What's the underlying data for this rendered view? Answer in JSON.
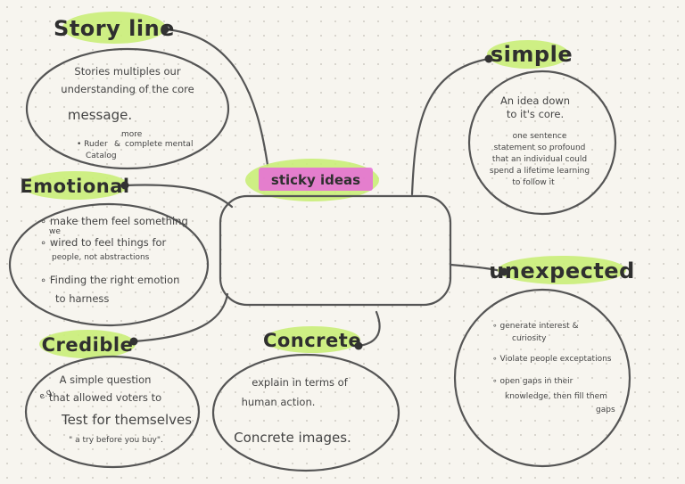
{
  "center": {
    "label": "sticky ideas"
  },
  "branches": {
    "story_line": {
      "title": "Story line",
      "lines": [
        "Stories multiples our",
        "understanding of the core"
      ],
      "emphasis": "message.",
      "bullet_prefix": "• Ruder",
      "bullet_amp": "&",
      "bullet_more": "more",
      "bullet_rest": "complete mental",
      "bullet_last": "Catalog"
    },
    "simple": {
      "title": "simple",
      "lines": [
        "An idea down",
        "to it's core."
      ],
      "lines2": [
        "one sentence",
        "statement so profound",
        "that an individual could",
        "spend a lifetime learning",
        "to follow it"
      ]
    },
    "emotional": {
      "title": "Emotional",
      "bullets": [
        [
          "∘ make them feel something"
        ],
        [
          "∘ wired to feel things for",
          "people, not abstractions"
        ],
        [
          "∘ Finding the right emotion",
          "to harness"
        ]
      ],
      "we": "we"
    },
    "unexpected": {
      "title": "unexpected",
      "bullets": [
        [
          "∘ generate interest &",
          "curiosity"
        ],
        [
          "∘ Violate people exceptations"
        ],
        [
          "∘ open gaps in their",
          "knowledge, then fill them",
          "gaps"
        ]
      ]
    },
    "credible": {
      "title": "Credible",
      "lines": [
        "A simple question",
        "that allowed voters to"
      ],
      "prefix": "e.g.",
      "test": "Test for themselves",
      "quote": "\" a try before you buy\"."
    },
    "concrete": {
      "title": "Concrete",
      "lines": [
        "explain in terms of",
        "human action."
      ],
      "line2": "Concrete images."
    }
  }
}
